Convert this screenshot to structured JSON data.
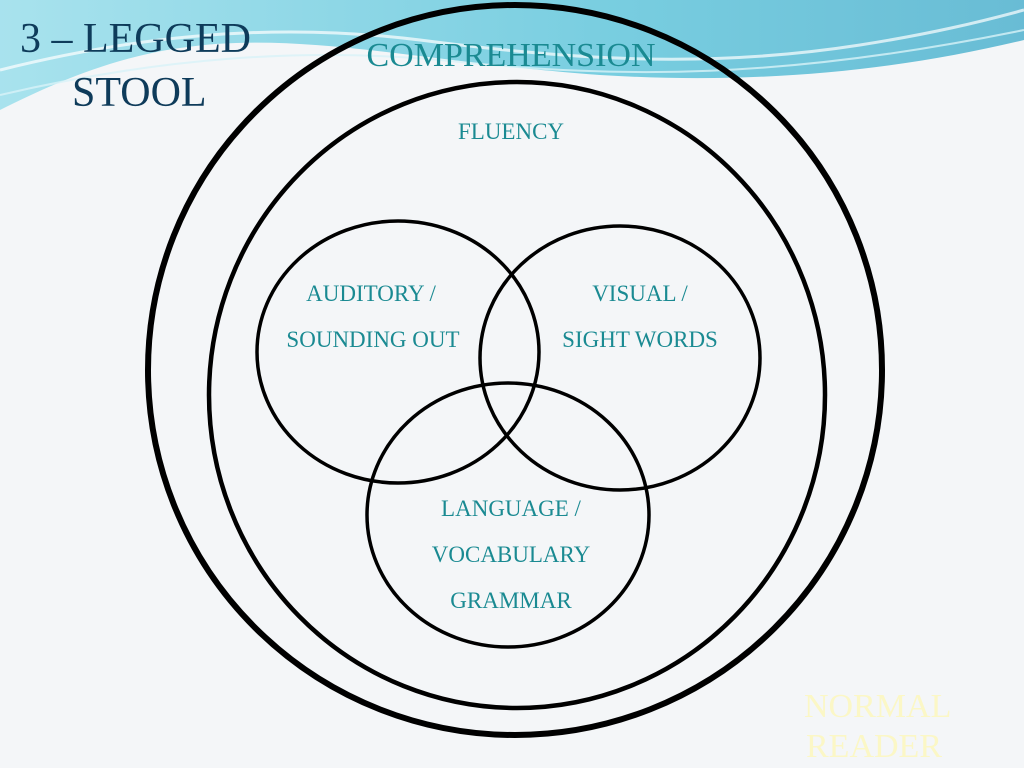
{
  "title": {
    "line1": "3 – LEGGED",
    "line2": "STOOL"
  },
  "rings": {
    "outer": "COMPREHENSION",
    "inner": "FLUENCY"
  },
  "circles": [
    {
      "line1": "AUDITORY /",
      "line2": "SOUNDING OUT"
    },
    {
      "line1": "VISUAL /",
      "line2": "SIGHT WORDS"
    },
    {
      "line1": "LANGUAGE /",
      "line2": "VOCABULARY",
      "line3": "GRAMMAR"
    }
  ],
  "corner_label": {
    "line1": "NORMAL",
    "line2": "READER"
  },
  "colors": {
    "text": "#1a8a92",
    "title": "#0e3b5a",
    "wave": "#6fcfe0",
    "corner_text": "#fbf7c6"
  }
}
